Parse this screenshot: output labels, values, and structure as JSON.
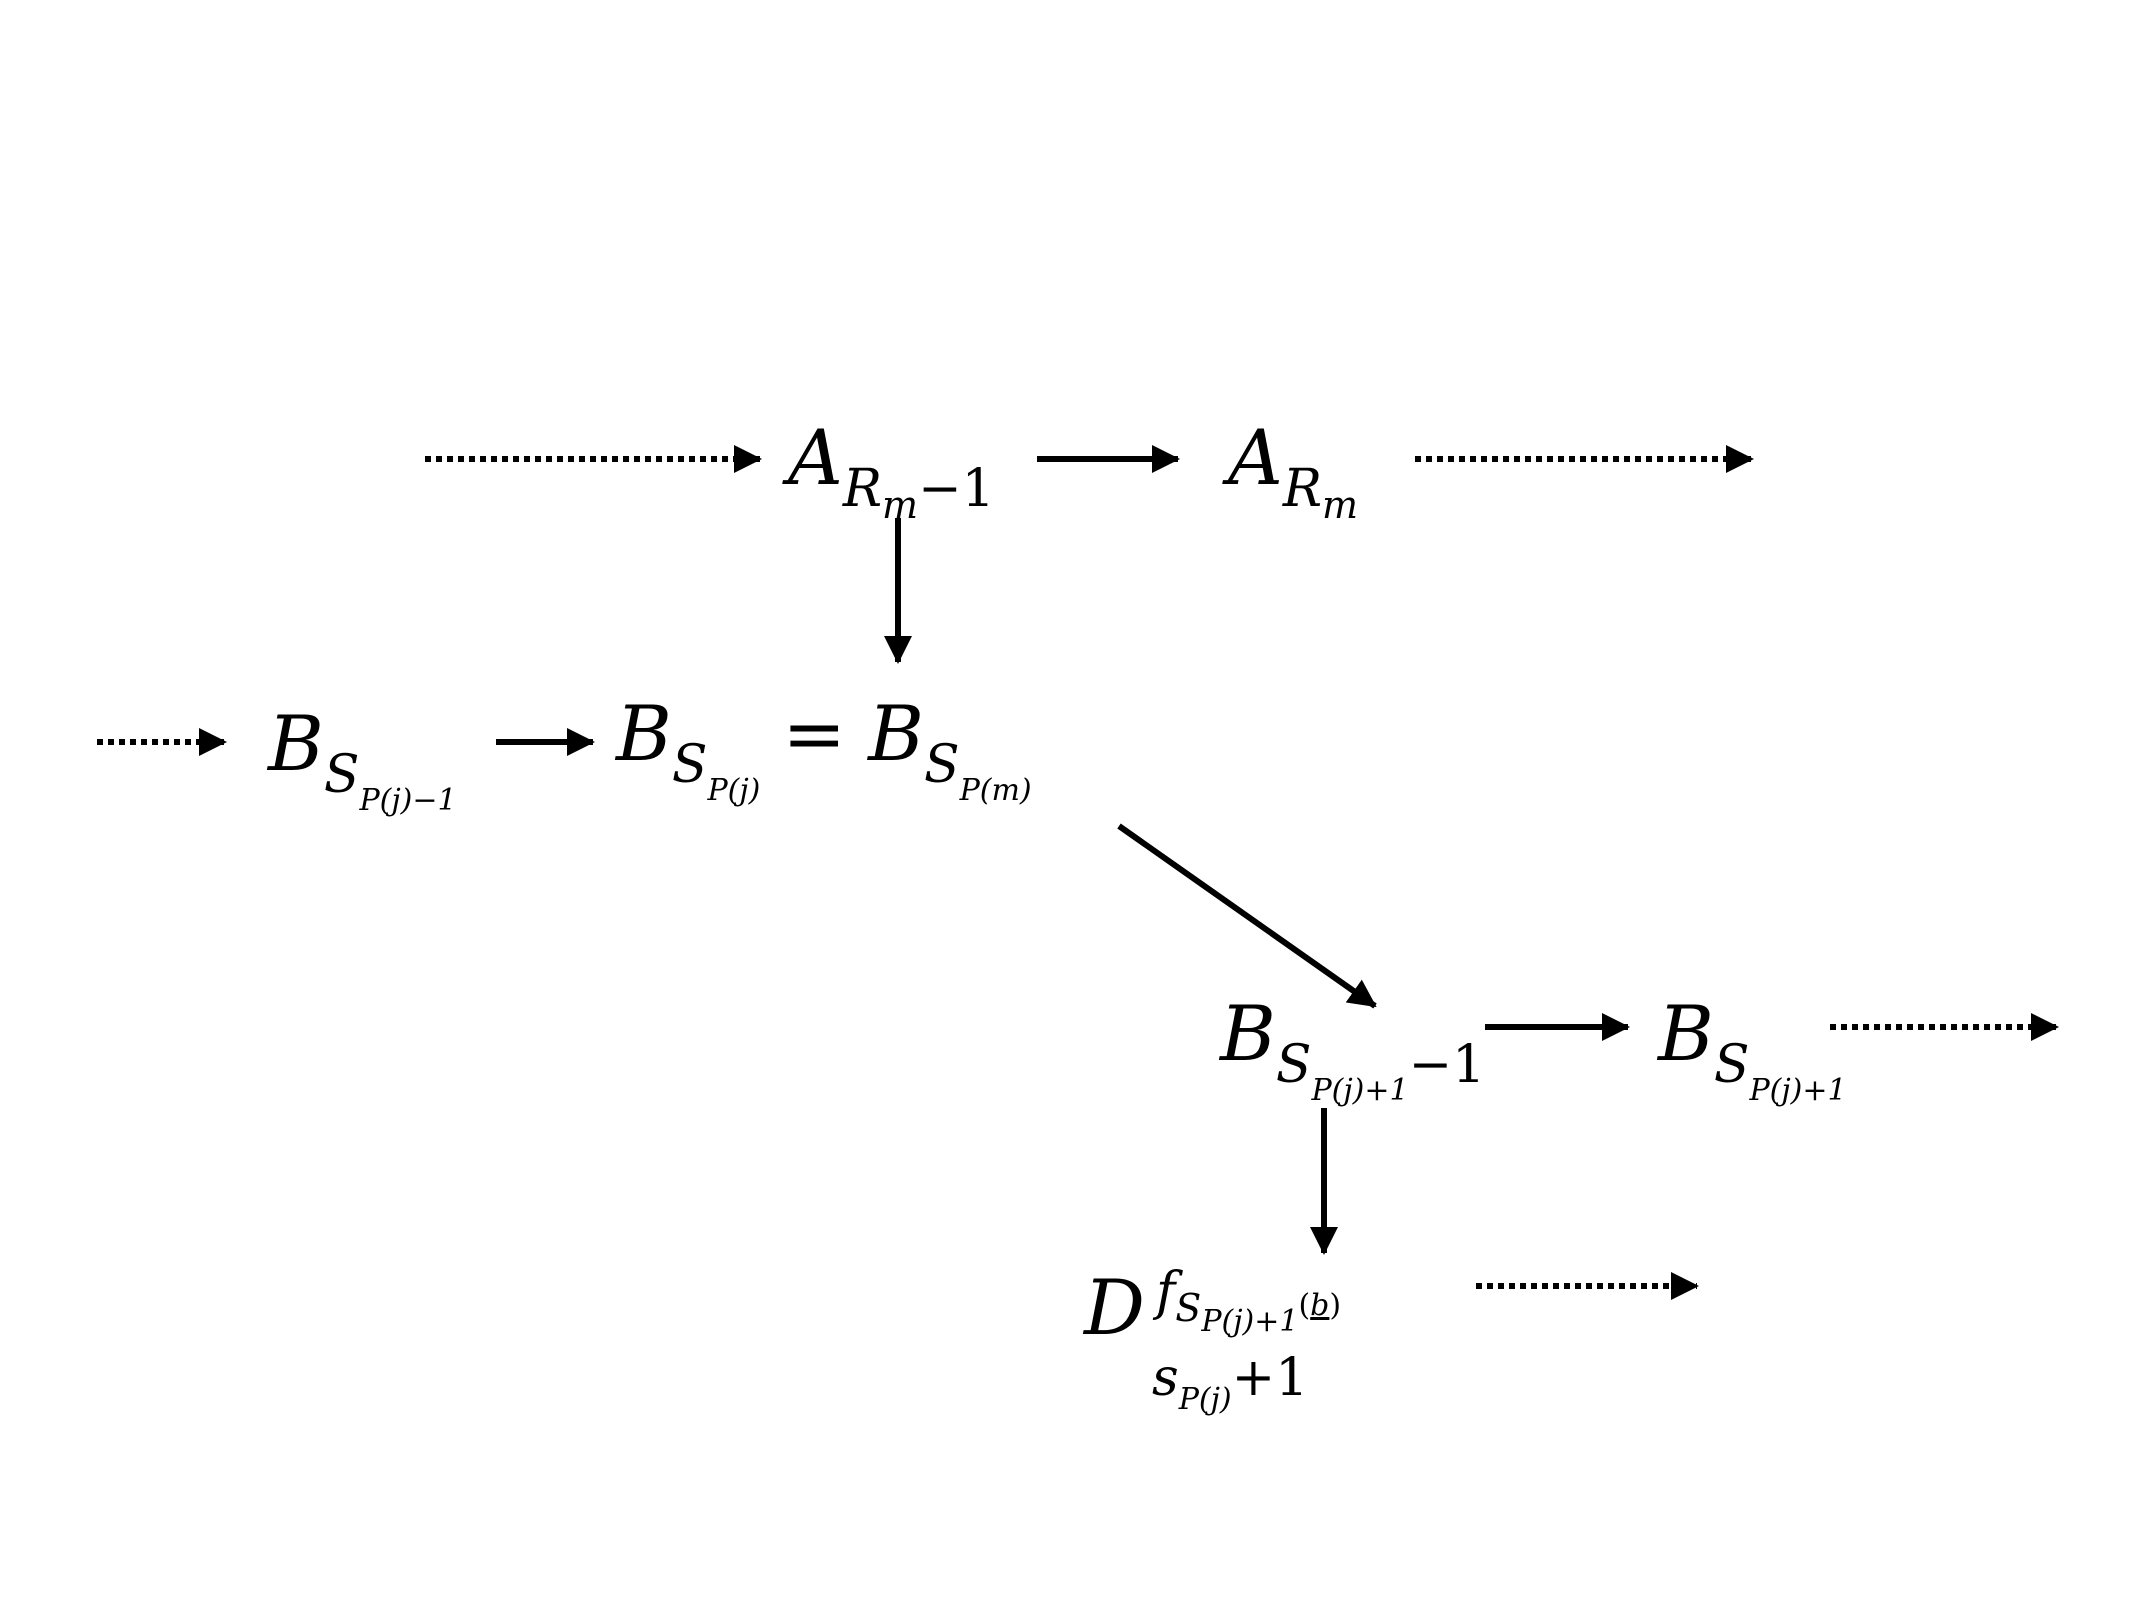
{
  "nodes": {
    "a_rm_minus_1": {
      "base": "A",
      "sub": "R",
      "subsub": "m",
      "tail": "−1"
    },
    "a_rm": {
      "base": "A",
      "sub": "R",
      "subsub": "m"
    },
    "b_prev": {
      "base": "B",
      "sub": "S",
      "subsub": "P(j)−1"
    },
    "b_eq": {
      "left_base": "B",
      "left_sub": "S",
      "left_subsub": "P(j)",
      "equals": "=",
      "right_base": "B",
      "right_sub": "S",
      "right_subsub": "P(m)"
    },
    "b_next_minus_1": {
      "base": "B",
      "sub": "S",
      "subsub": "P(j)+1",
      "tail": "−1"
    },
    "b_next": {
      "base": "B",
      "sub": "S",
      "subsub": "P(j)+1"
    },
    "d_node": {
      "base": "D",
      "sup": "f",
      "sup_sub": "S",
      "sup_subsub": "P(j)+1",
      "sup_arg_open": "(",
      "sup_arg": "b",
      "sup_arg_close": ")",
      "sub": "s",
      "sub_sub": "P(j)",
      "sub_tail": "+1"
    }
  },
  "arrows": [
    {
      "id": "arrow-in-a",
      "style": "dotted"
    },
    {
      "id": "arrow-a-to-a",
      "style": "solid"
    },
    {
      "id": "arrow-out-a",
      "style": "dotted"
    },
    {
      "id": "arrow-a-down",
      "style": "solid"
    },
    {
      "id": "arrow-in-b",
      "style": "dotted"
    },
    {
      "id": "arrow-b-to-b",
      "style": "solid"
    },
    {
      "id": "arrow-diagonal",
      "style": "solid"
    },
    {
      "id": "arrow-b-next",
      "style": "solid"
    },
    {
      "id": "arrow-out-b",
      "style": "dotted"
    },
    {
      "id": "arrow-b-down",
      "style": "solid"
    },
    {
      "id": "arrow-out-d",
      "style": "dotted"
    }
  ]
}
